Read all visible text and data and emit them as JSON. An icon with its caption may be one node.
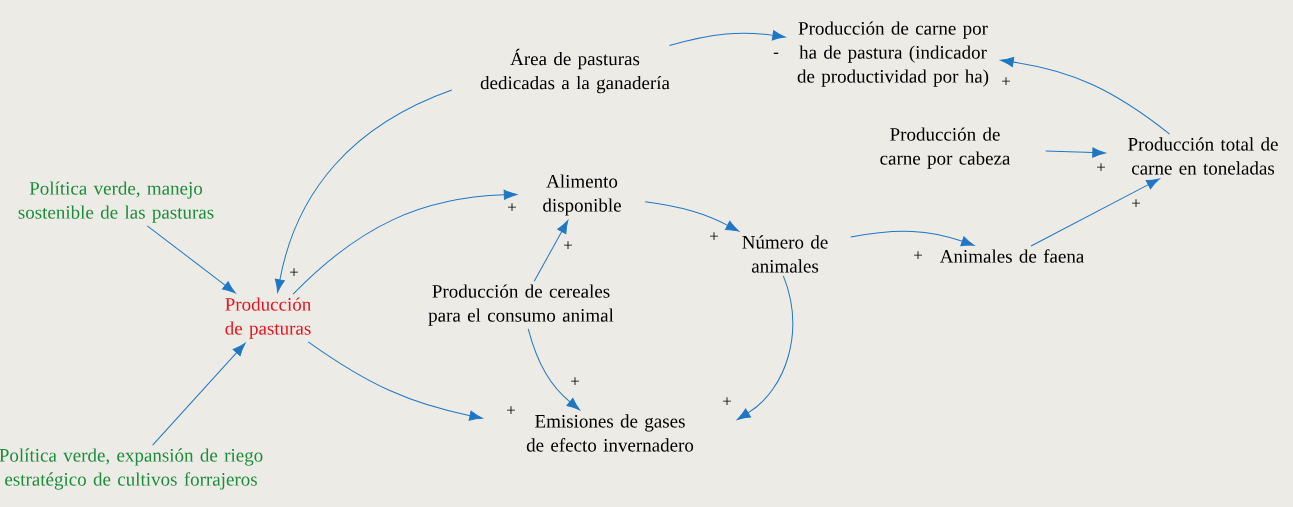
{
  "diagram": {
    "nodes": [
      {
        "text": [
          "Área de pasturas dedicadas a la ganadería"
        ]
      },
      {
        "text": [
          "Producción de carne por ha de pastura (indicador de productividad por ha)"
        ]
      },
      {
        "text": [
          "Política verde, manejo sostenible de las pasturas"
        ]
      },
      {
        "text": [
          "Alimento disponible"
        ]
      },
      {
        "text": [
          "Producción de carne por cabeza"
        ]
      },
      {
        "text": [
          "Producción total de carne en toneladas"
        ]
      },
      {
        "text": [
          "Número de animales"
        ]
      },
      {
        "text": [
          "Animales de faena"
        ]
      },
      {
        "text": [
          "Producción de pasturas"
        ]
      },
      {
        "text": [
          "Producción de cereales para el consumo animal"
        ]
      },
      {
        "text": [
          "Emisiones de gases de efecto invernadero"
        ]
      },
      {
        "text": [
          "Política verde, expansión de riego estratégico de cultivos forrajeros"
        ]
      }
    ],
    "edges": [
      {
        "from": 0,
        "to": 1,
        "arrow": "to",
        "label": "-"
      },
      {
        "from": 5,
        "to": 1,
        "arrow": "to",
        "label": "+"
      },
      {
        "from": 0,
        "to": 8,
        "arrow": "to",
        "label": "+"
      },
      {
        "from": 8,
        "to": 3,
        "arrow": "to",
        "label": "+"
      },
      {
        "from": 9,
        "to": 3,
        "arrow": "to",
        "label": "+"
      },
      {
        "from": 3,
        "to": 6,
        "arrow": "to",
        "label": "+"
      },
      {
        "from": 6,
        "to": 7,
        "arrow": "to",
        "label": "+"
      },
      {
        "from": 4,
        "to": 5,
        "arrow": "to",
        "label": "+"
      },
      {
        "from": 7,
        "to": 5,
        "arrow": "to",
        "label": "+"
      },
      {
        "from": 8,
        "to": 10,
        "arrow": "to",
        "label": "+"
      },
      {
        "from": 9,
        "to": 10,
        "arrow": "to",
        "label": "+"
      },
      {
        "from": 6,
        "to": 10,
        "arrow": "to",
        "label": "+"
      },
      {
        "from": 2,
        "to": 8,
        "arrow": "to"
      },
      {
        "from": 11,
        "to": 8,
        "arrow": "to"
      }
    ]
  }
}
